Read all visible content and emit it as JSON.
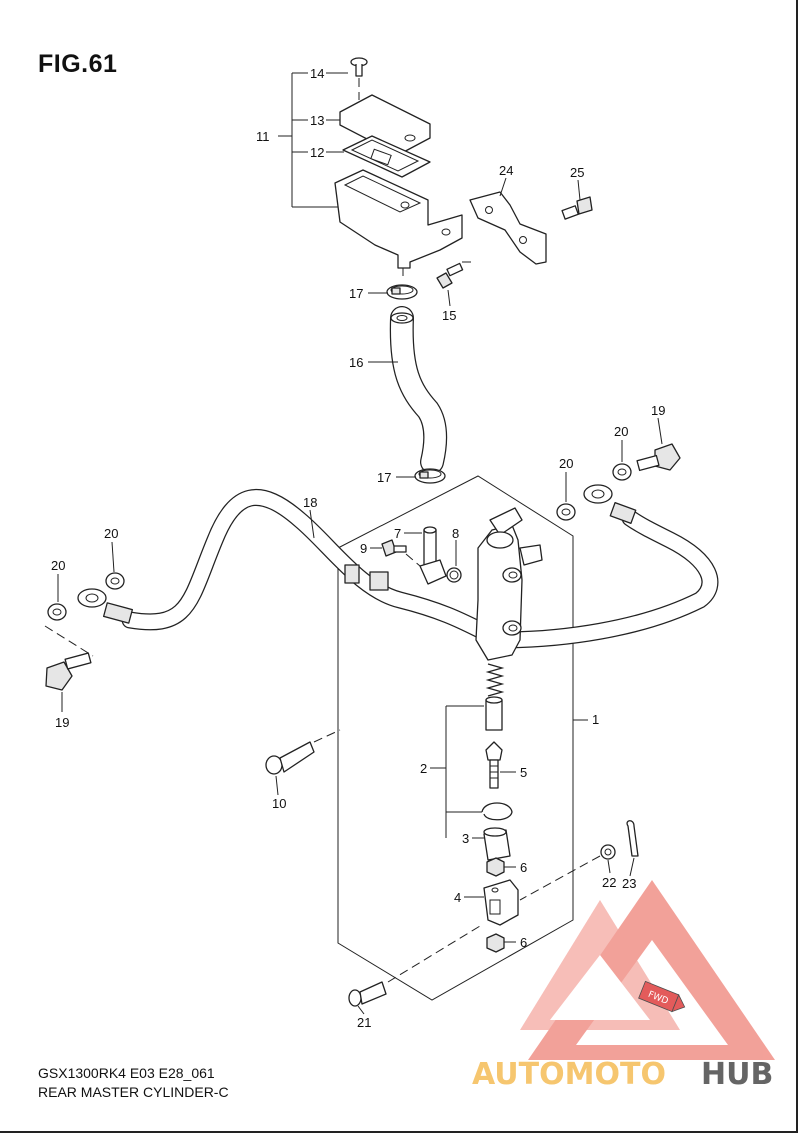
{
  "figure": {
    "title": "FIG.61"
  },
  "footer": {
    "model_code": "GSX1300RK4 E03 E28_061",
    "caption": "REAR MASTER CYLINDER-C"
  },
  "callouts": {
    "c1": "1",
    "c2": "2",
    "c3": "3",
    "c4": "4",
    "c5": "5",
    "c6a": "6",
    "c6b": "6",
    "c7": "7",
    "c8": "8",
    "c9": "9",
    "c10": "10",
    "c11": "11",
    "c12": "12",
    "c13": "13",
    "c14": "14",
    "c15": "15",
    "c16": "16",
    "c17a": "17",
    "c17b": "17",
    "c18": "18",
    "c19a": "19",
    "c19b": "19",
    "c20a": "20",
    "c20b": "20",
    "c20c": "20",
    "c20d": "20",
    "c21": "21",
    "c22": "22",
    "c23": "23",
    "c24": "24",
    "c25": "25"
  },
  "watermark": {
    "text_a": "AUTOMOTO",
    "text_b": "HUB",
    "badge": "FWD",
    "colors": {
      "triangle": "#f08a80",
      "text_a": "#f6c060",
      "text_b": "#555555"
    }
  }
}
